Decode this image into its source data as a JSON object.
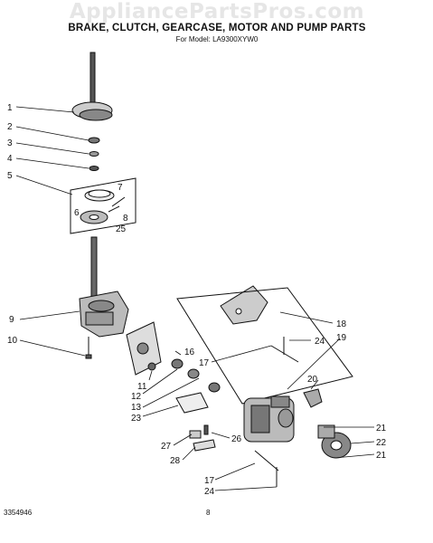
{
  "watermark": "AppliancePartsPros.com",
  "title": "BRAKE, CLUTCH, GEARCASE, MOTOR AND PUMP PARTS",
  "subtitle": "For Model: LA9300XYW0",
  "footer": {
    "doc_number": "3354946",
    "page": "8"
  },
  "callouts": {
    "c1": "1",
    "c2": "2",
    "c3": "3",
    "c4": "4",
    "c5": "5",
    "c6": "6",
    "c7": "7",
    "c8": "8",
    "c25": "25",
    "c9": "9",
    "c10": "10",
    "c11": "11",
    "c12": "12",
    "c13": "13",
    "c23": "23",
    "c16": "16",
    "c17a": "17",
    "c18": "18",
    "c24a": "24",
    "c19": "19",
    "c20": "20",
    "c21a": "21",
    "c22": "22",
    "c21b": "21",
    "c26": "26",
    "c27": "27",
    "c28": "28",
    "c17b": "17",
    "c24b": "24"
  }
}
